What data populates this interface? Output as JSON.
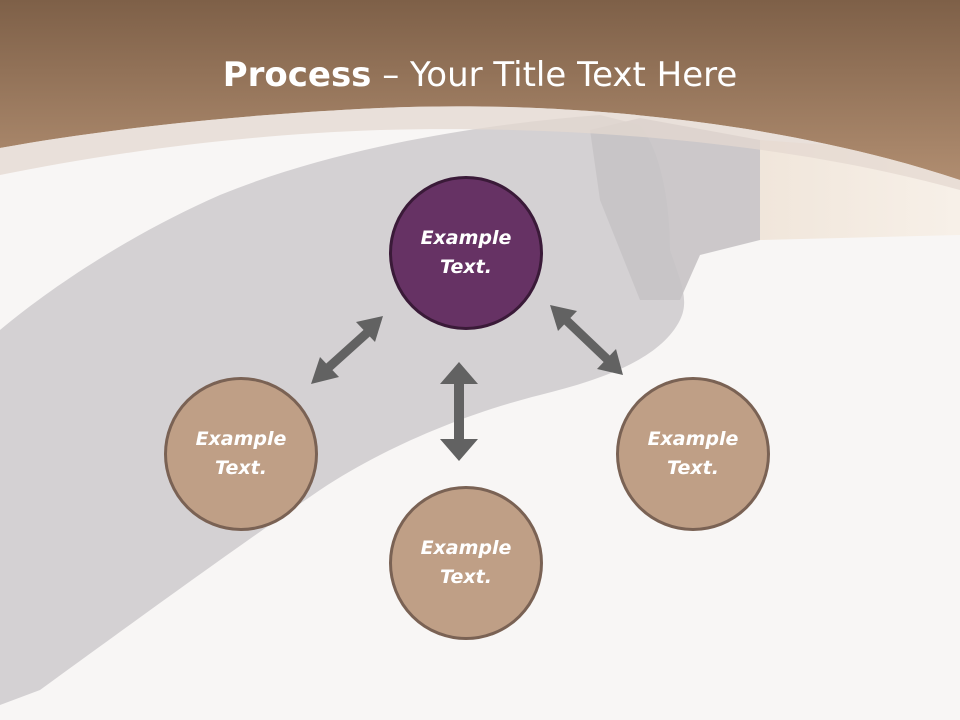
{
  "slide": {
    "title_bold": "Process",
    "title_rest": " – Your Title Text Here"
  },
  "nodes": {
    "center": {
      "line1": "Example",
      "line2": "Text."
    },
    "left": {
      "line1": "Example",
      "line2": "Text."
    },
    "bottom": {
      "line1": "Example",
      "line2": "Text."
    },
    "right": {
      "line1": "Example",
      "line2": "Text."
    }
  },
  "colors": {
    "header_brown": "#a9876a",
    "center_node": "#663264",
    "outer_node": "#bf9f86",
    "arrow": "#626262",
    "background": "#f8f6f5"
  }
}
